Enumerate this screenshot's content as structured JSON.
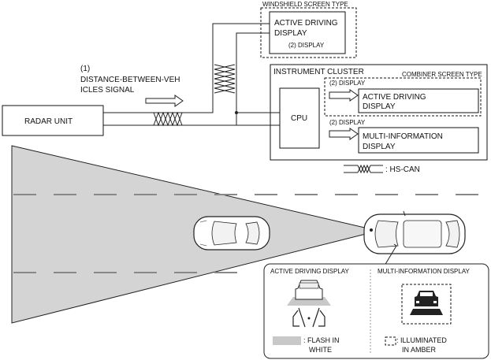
{
  "labels": {
    "windshield_type": "WINDSHIELD SCREEN TYPE",
    "combiner_type": "COMBINER SCREEN TYPE",
    "instrument_cluster": "INSTRUMENT CLUSTER",
    "radar_unit": "RADAR UNIT",
    "cpu": "CPU",
    "signal_num": "(1)",
    "signal_line1": "DISTANCE-BETWEEN-VEH",
    "signal_line2": "ICLES SIGNAL",
    "ws_ad_line1": "ACTIVE DRIVING",
    "ws_ad_line2": "DISPLAY",
    "ws_display_ref": "(2) DISPLAY",
    "cb_display_ref": "(2) DISPLAY",
    "cb_ad_line1": "ACTIVE DRIVING",
    "cb_ad_line2": "DISPLAY",
    "mi_display_ref": "(2) DISPLAY",
    "mi_line1": "MULTI-INFORMATION",
    "mi_line2": "DISPLAY",
    "hs_can": ": HS-CAN"
  },
  "legend": {
    "active_driving_display": "ACTIVE DRIVING DISPLAY",
    "multi_information_display": "MULTI-INFORMATION DISPLAY",
    "flash_line1": ": FLASH IN",
    "flash_line2": "WHITE",
    "amber_line1": ": ILLUMINATED",
    "amber_line2": "IN AMBER"
  },
  "colors": {
    "radar_beam": "#d4d4d4",
    "flash_white_swatch": "#c8c8c8"
  }
}
